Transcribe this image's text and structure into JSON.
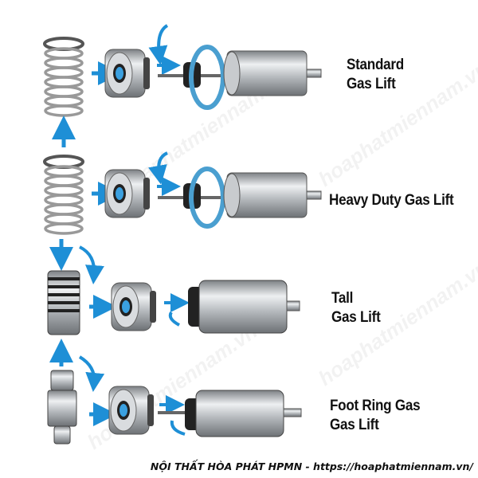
{
  "rows": [
    {
      "label_line1": "Standard",
      "label_line2": "Gas Lift"
    },
    {
      "label_line1": "Heavy Duty Gas Lift",
      "label_line2": ""
    },
    {
      "label_line1": "Tall",
      "label_line2": "Gas Lift"
    },
    {
      "label_line1": "Foot Ring Gas",
      "label_line2": "Gas Lift"
    }
  ],
  "watermark": "hoaphatmiennam.vn",
  "footer": "NỘI THẤT HÒA PHÁT HPMN - https://hoaphatmiennam.vn/",
  "colors": {
    "accent": "#1e8fd6",
    "metal": "#b8bcc0",
    "dark": "#2a2a2a"
  }
}
